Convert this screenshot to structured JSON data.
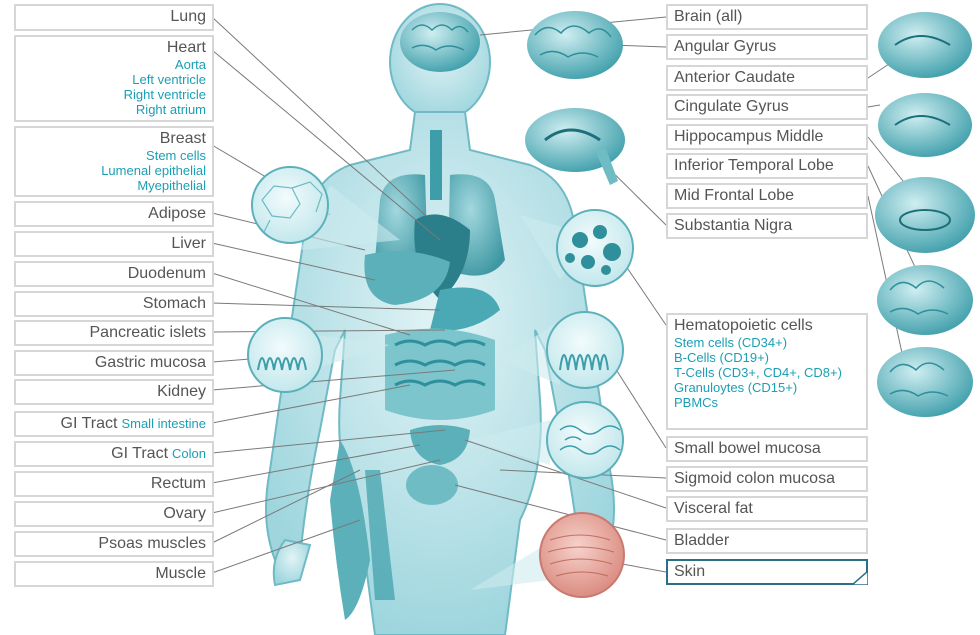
{
  "left_labels": {
    "lung": "Lung",
    "heart": "Heart",
    "heart_sub": [
      "Aorta",
      "Left ventricle",
      "Right ventricle",
      "Right atrium"
    ],
    "breast": "Breast",
    "breast_sub": [
      "Stem cells",
      "Lumenal epithelial",
      "Myepithelial"
    ],
    "adipose": "Adipose",
    "liver": "Liver",
    "duodenum": "Duodenum",
    "stomach": "Stomach",
    "pancreatic_islets": "Pancreatic islets",
    "gastric_mucosa": "Gastric mucosa",
    "kidney": "Kidney",
    "gi_small": {
      "main": "GI Tract",
      "sub": "Small intestine"
    },
    "gi_colon": {
      "main": "GI Tract",
      "sub": "Colon"
    },
    "rectum": "Rectum",
    "ovary": "Ovary",
    "psoas": "Psoas muscles",
    "muscle": "Muscle"
  },
  "right_labels": {
    "brain_all": "Brain (all)",
    "angular_gyrus": "Angular Gyrus",
    "anterior_caudate": "Anterior Caudate",
    "cingulate_gyrus": "Cingulate Gyrus",
    "hippocampus_middle": "Hippocampus Middle",
    "inferior_temporal_lobe": "Inferior Temporal Lobe",
    "mid_frontal_lobe": "Mid Frontal Lobe",
    "substantia_nigra": "Substantia Nigra",
    "hematopoietic": "Hematopoietic cells",
    "hematopoietic_sub": [
      "Stem cells (CD34+)",
      "B-Cells (CD19+)",
      "T-Cells (CD3+, CD4+, CD8+)",
      "Granuloytes (CD15+)",
      "PBMCs"
    ],
    "small_bowel_mucosa": "Small bowel mucosa",
    "sigmoid_colon_mucosa": "Sigmoid colon mucosa",
    "visceral_fat": "Visceral fat",
    "bladder": "Bladder",
    "skin": "Skin"
  },
  "colors": {
    "teal": "#1a9fb5",
    "body": "#a8dde4",
    "organ": "#4aa9b4",
    "skin_sample": "#e8a9a0",
    "border": "#d6d6d6"
  }
}
